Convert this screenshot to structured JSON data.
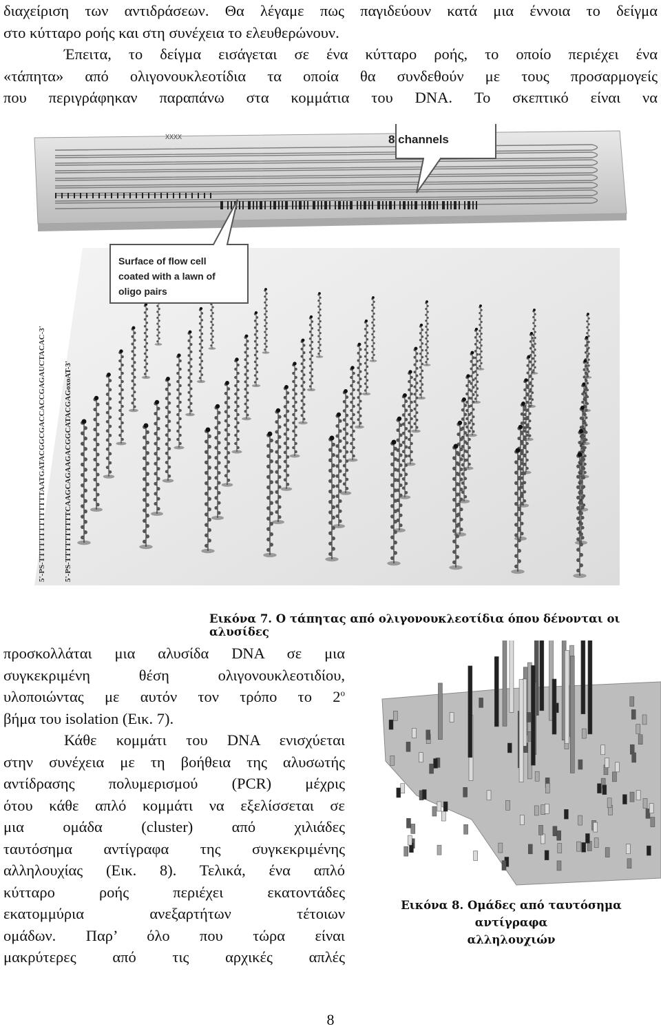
{
  "top_paragraph": {
    "lines": [
      "διαχείριση των αντιδράσεων. Θα λέγαμε πως παγιδεύουν κατά μια έννοια το δείγμα",
      "στο κύτταρο ροής και στη συνέχεια το ελευθερώνουν.",
      "Έπειτα, το δείγμα εισάγεται σε ένα κύτταρο ροής, το οποίο περιέχει ένα",
      "«τάπητα» από ολιγονουκλεοτίδια τα οποία θα συνδεθούν με τους προσαρμογείς",
      "που περιγράφηκαν παραπάνω στα κομμάτια του DNA. Το σκεπτικό είναι να"
    ]
  },
  "figure7": {
    "callout_channels": "8 channels",
    "callout_surface": [
      "Surface of flow cell",
      "coated with a lawn of",
      "oligo pairs"
    ],
    "slide_label": "XXXX",
    "seq1": "5'-PS-TTTTTTTTTTTTTTAATGATACGGCGACCACCGAGAUCTACAC-3'",
    "seq2": "5'-PS-TTTTTTTTTTCAAGCAGAAGACGGCATACGAGoxoAT-3'",
    "caption_prefix": "Εικόνα 7.",
    "caption_text": " Ο τάπητας από ολιγονουκλεοτίδια όπου δένονται οι αλυσίδες"
  },
  "column_text": {
    "lines": [
      "προσκολλάται μια αλυσίδα DNA σε μια",
      "συγκεκριμένη θέση ολιγονουκλεοτιδίου,",
      "υλοποιώντας με αυτόν τον τρόπο το 2",
      "βήμα του isolation (Εικ. 7).",
      "Κάθε κομμάτι του DNA ενισχύεται",
      "στην συνέχεια με τη βοήθεια της αλυσωτής",
      "αντίδρασης πολυμερισμού (PCR) μέχρις",
      "ότου κάθε απλό κομμάτι να εξελίσσεται σε",
      "μια ομάδα (cluster) από χιλιάδες",
      "ταυτόσημα αντίγραφα της συγκεκριμένης",
      "αλληλουχίας (Εικ. 8). Τελικά, ένα απλό",
      "κύτταρο ροής περιέχει εκατοντάδες",
      "εκατομμύρια ανεξαρτήτων τέτοιων",
      "ομάδων. Παρ’ όλο που τώρα είναι",
      "μακρύτερες από τις αρχικές απλές"
    ],
    "superscript": "ο"
  },
  "figure8": {
    "caption_line1": "Εικόνα 8. Ομάδες από ταυτόσημα αντίγραφα",
    "caption_line2": "αλληλουχιών"
  },
  "page_number": "8"
}
